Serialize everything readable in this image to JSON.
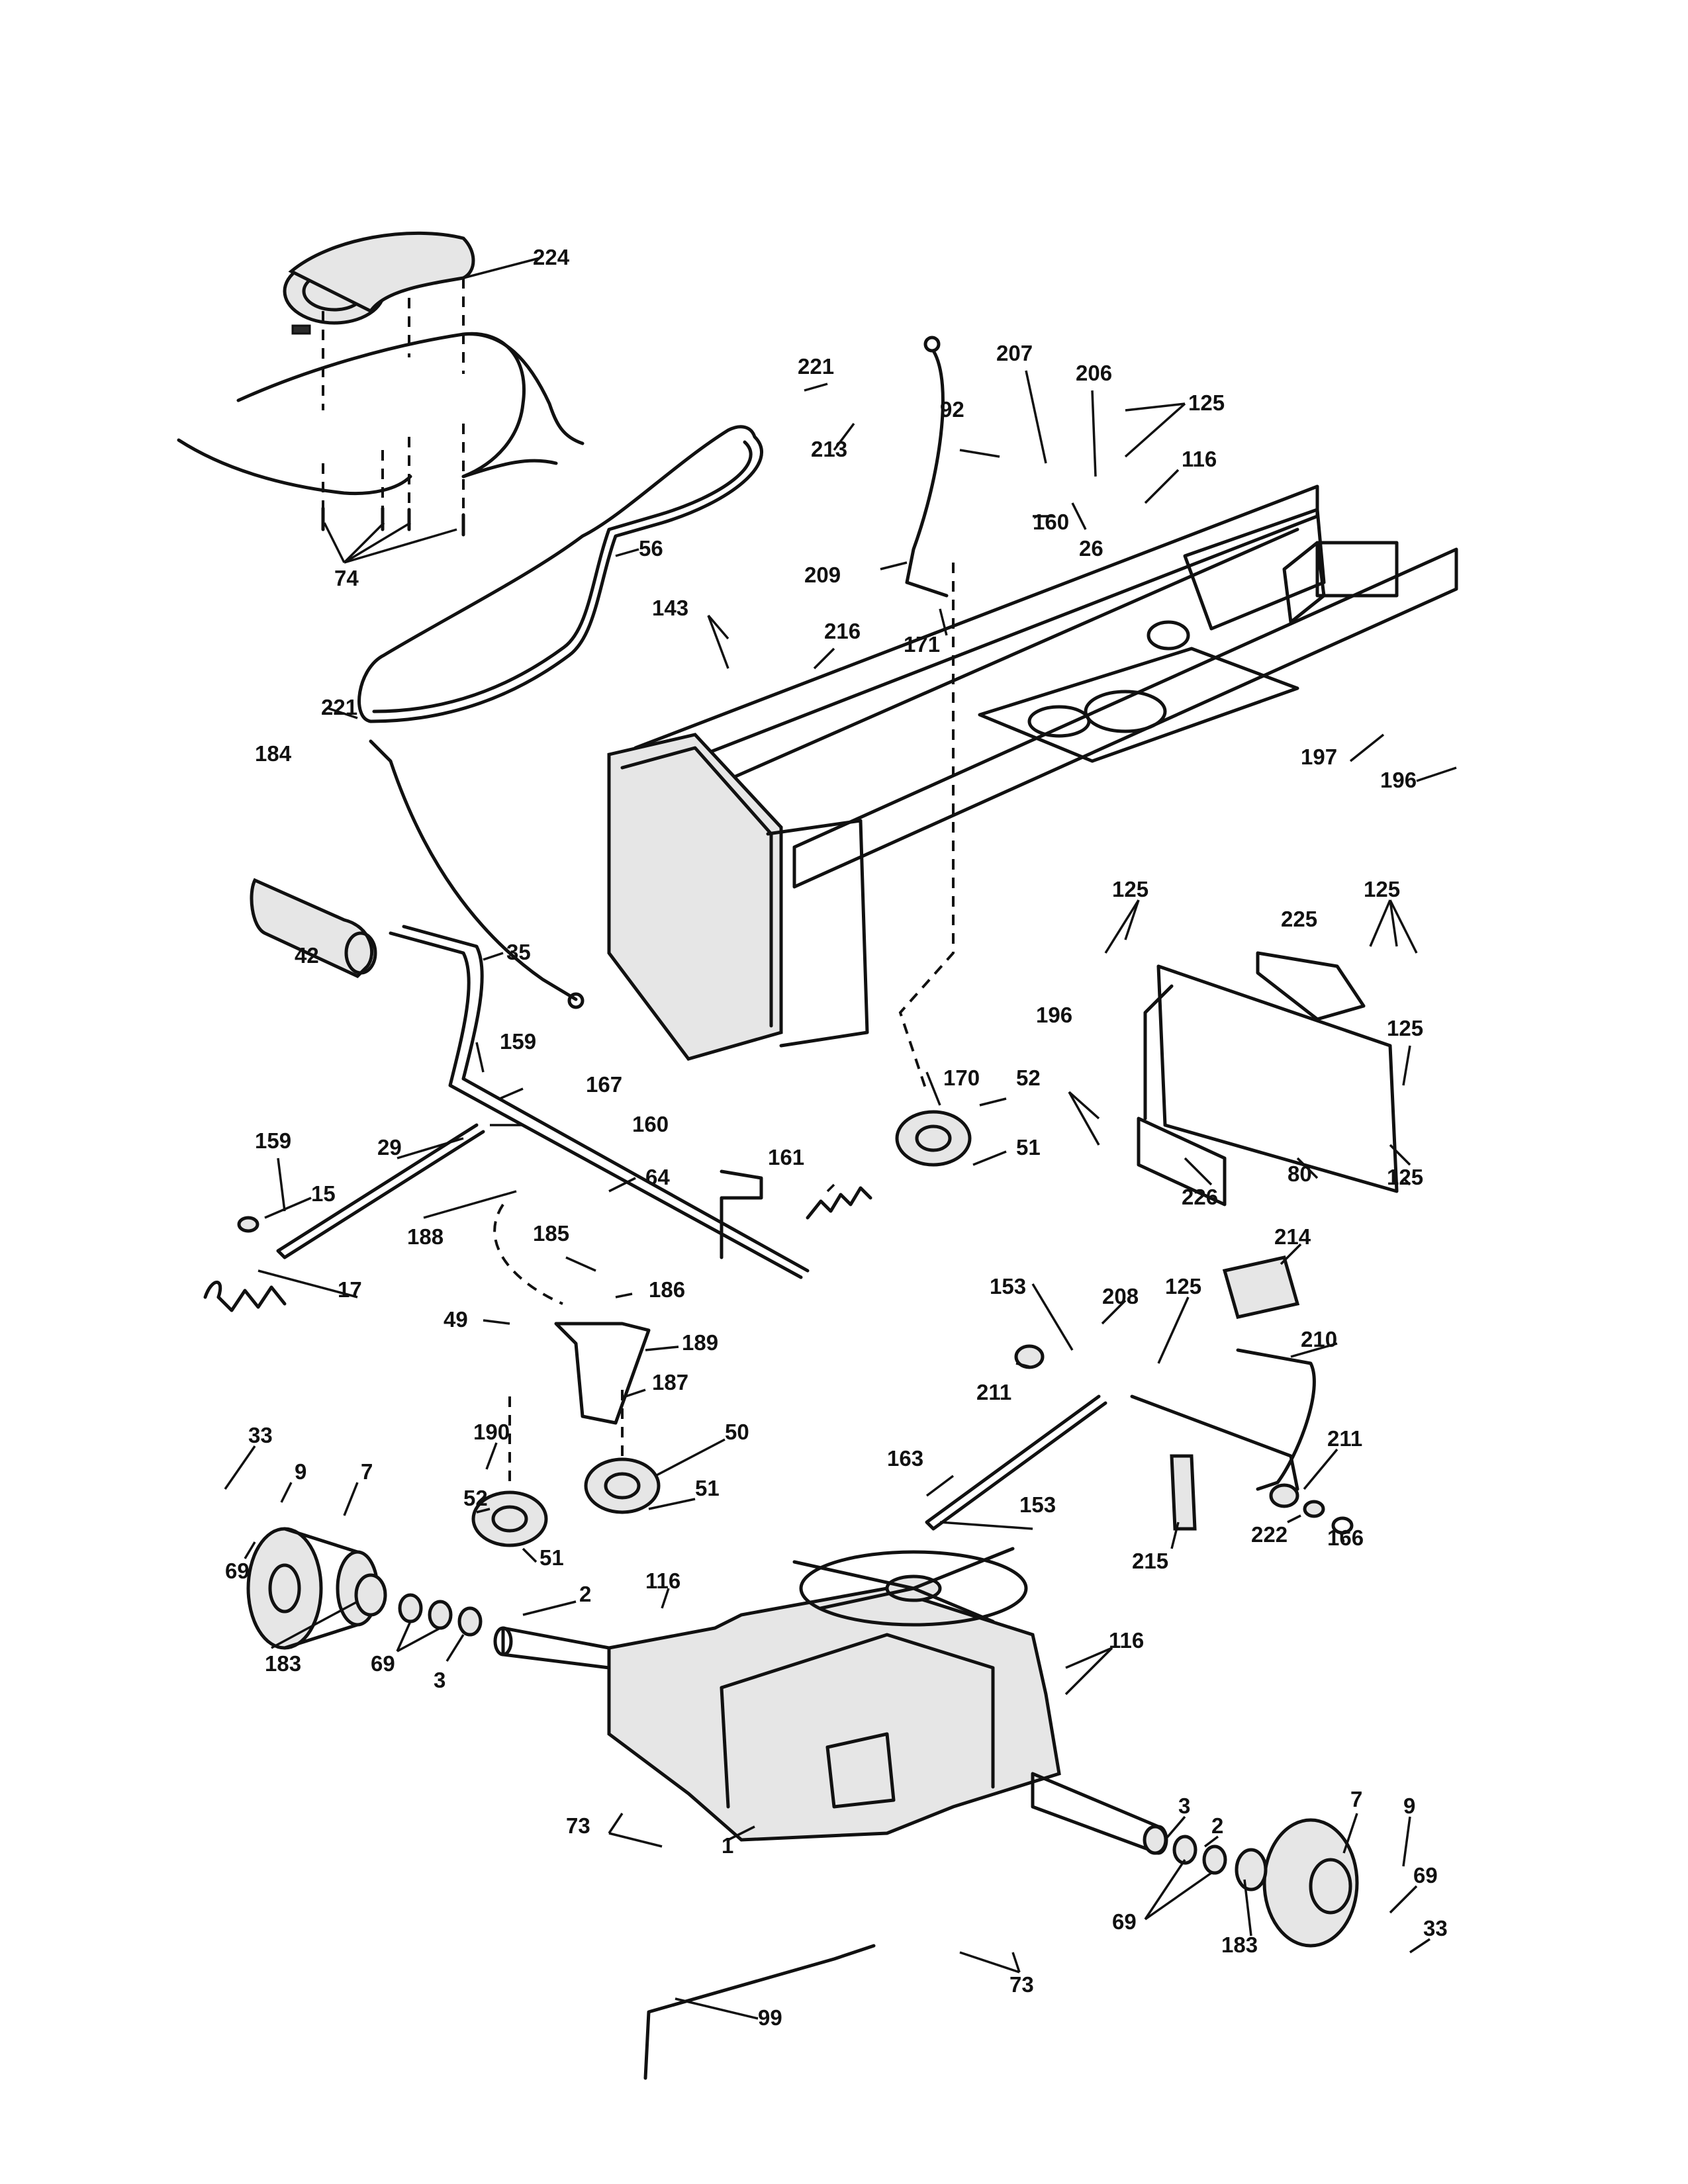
{
  "callouts": [
    {
      "id": "c224",
      "text": "224"
    },
    {
      "id": "c221a",
      "text": "221"
    },
    {
      "id": "c213",
      "text": "213"
    },
    {
      "id": "c207",
      "text": "207"
    },
    {
      "id": "c206",
      "text": "206"
    },
    {
      "id": "c125a",
      "text": "125"
    },
    {
      "id": "c92",
      "text": "92"
    },
    {
      "id": "c116a",
      "text": "116"
    },
    {
      "id": "c160a",
      "text": "160"
    },
    {
      "id": "c26",
      "text": "26"
    },
    {
      "id": "c56",
      "text": "56"
    },
    {
      "id": "c74",
      "text": "74"
    },
    {
      "id": "c209",
      "text": "209"
    },
    {
      "id": "c143",
      "text": "143"
    },
    {
      "id": "c216",
      "text": "216"
    },
    {
      "id": "c171",
      "text": "171"
    },
    {
      "id": "c221b",
      "text": "221"
    },
    {
      "id": "c184",
      "text": "184"
    },
    {
      "id": "c197",
      "text": "197"
    },
    {
      "id": "c196a",
      "text": "196"
    },
    {
      "id": "c42",
      "text": "42"
    },
    {
      "id": "c35",
      "text": "35"
    },
    {
      "id": "c125b",
      "text": "125"
    },
    {
      "id": "c225",
      "text": "225"
    },
    {
      "id": "c125c",
      "text": "125"
    },
    {
      "id": "c196b",
      "text": "196"
    },
    {
      "id": "c125d",
      "text": "125"
    },
    {
      "id": "c159a",
      "text": "159"
    },
    {
      "id": "c167",
      "text": "167"
    },
    {
      "id": "c160b",
      "text": "160"
    },
    {
      "id": "c170",
      "text": "170"
    },
    {
      "id": "c52a",
      "text": "52"
    },
    {
      "id": "c51a",
      "text": "51"
    },
    {
      "id": "c159b",
      "text": "159"
    },
    {
      "id": "c29",
      "text": "29"
    },
    {
      "id": "c161",
      "text": "161"
    },
    {
      "id": "c64",
      "text": "64"
    },
    {
      "id": "c15",
      "text": "15"
    },
    {
      "id": "c226",
      "text": "226"
    },
    {
      "id": "c80",
      "text": "80"
    },
    {
      "id": "c125e",
      "text": "125"
    },
    {
      "id": "c188",
      "text": "188"
    },
    {
      "id": "c185",
      "text": "185"
    },
    {
      "id": "c214",
      "text": "214"
    },
    {
      "id": "c17",
      "text": "17"
    },
    {
      "id": "c186",
      "text": "186"
    },
    {
      "id": "c153a",
      "text": "153"
    },
    {
      "id": "c208",
      "text": "208"
    },
    {
      "id": "c125f",
      "text": "125"
    },
    {
      "id": "c49",
      "text": "49"
    },
    {
      "id": "c189",
      "text": "189"
    },
    {
      "id": "c210",
      "text": "210"
    },
    {
      "id": "c187",
      "text": "187"
    },
    {
      "id": "c211a",
      "text": "211"
    },
    {
      "id": "c33a",
      "text": "33"
    },
    {
      "id": "c190",
      "text": "190"
    },
    {
      "id": "c50",
      "text": "50"
    },
    {
      "id": "c211b",
      "text": "211"
    },
    {
      "id": "c9a",
      "text": "9"
    },
    {
      "id": "c7a",
      "text": "7"
    },
    {
      "id": "c163",
      "text": "163"
    },
    {
      "id": "c52b",
      "text": "52"
    },
    {
      "id": "c51b",
      "text": "51"
    },
    {
      "id": "c153b",
      "text": "153"
    },
    {
      "id": "c222",
      "text": "222"
    },
    {
      "id": "c166",
      "text": "166"
    },
    {
      "id": "c215",
      "text": "215"
    },
    {
      "id": "c69a",
      "text": "69"
    },
    {
      "id": "c51c",
      "text": "51"
    },
    {
      "id": "c2a",
      "text": "2"
    },
    {
      "id": "c116b",
      "text": "116"
    },
    {
      "id": "c183a",
      "text": "183"
    },
    {
      "id": "c69b",
      "text": "69"
    },
    {
      "id": "c3a",
      "text": "3"
    },
    {
      "id": "c116c",
      "text": "116"
    },
    {
      "id": "c73a",
      "text": "73"
    },
    {
      "id": "c3b",
      "text": "3"
    },
    {
      "id": "c7b",
      "text": "7"
    },
    {
      "id": "c2b",
      "text": "2"
    },
    {
      "id": "c9b",
      "text": "9"
    },
    {
      "id": "c1",
      "text": "1"
    },
    {
      "id": "c69c",
      "text": "69"
    },
    {
      "id": "c69d",
      "text": "69"
    },
    {
      "id": "c33b",
      "text": "33"
    },
    {
      "id": "c183b",
      "text": "183"
    },
    {
      "id": "c73b",
      "text": "73"
    },
    {
      "id": "c99",
      "text": "99"
    }
  ]
}
